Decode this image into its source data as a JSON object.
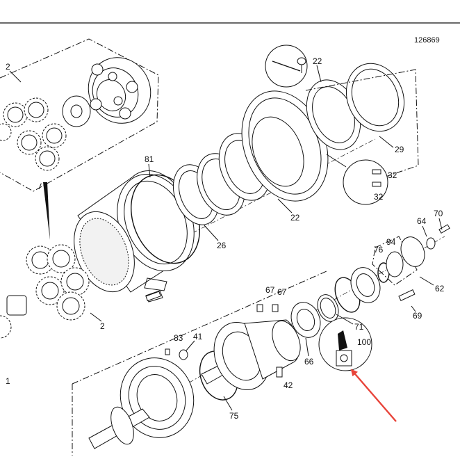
{
  "reference_number": "126869",
  "highlight_color": "#e8443a",
  "labels": {
    "p2_top": "2",
    "p2_mid": "2",
    "p1": "1",
    "p22_top": "22",
    "p22_mid": "22",
    "p29": "29",
    "p32_a": "32",
    "p32_b": "32",
    "p81": "81",
    "p26": "26",
    "p70": "70",
    "p64": "64",
    "p94": "94",
    "p76": "76",
    "p62": "62",
    "p69": "69",
    "p67_a": "67",
    "p67_b": "67",
    "p71": "71",
    "p100": "100",
    "p66": "66",
    "p83": "83",
    "p41": "41",
    "p42": "42",
    "p75": "75"
  }
}
